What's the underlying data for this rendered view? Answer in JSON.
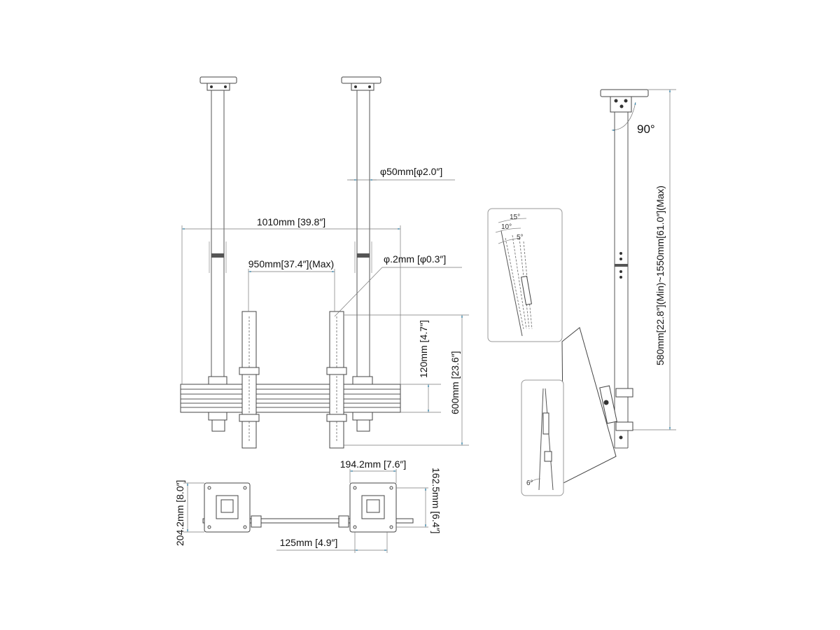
{
  "front_view": {
    "width_overall": "1010mm [39.8″]",
    "pole_diameter": "φ50mm[φ2.0″]",
    "arm_spacing": "950mm[37.4″](Max)",
    "hole_diameter": "φ.2mm [φ0.3″]",
    "rail_offset": "120mm [4.7″]",
    "arm_height": "600mm [23.6″]"
  },
  "bottom_view": {
    "plate_width": "194.2mm [7.6″]",
    "plate_height_left": "204.2mm [8.0″]",
    "plate_height_right": "162.5mm [6.4″]",
    "hole_spacing": "125mm [4.9″]"
  },
  "side_view": {
    "rotation": "90°",
    "height_range": "580mm[22.8″](Min)~1550mm[61.0″](Max)",
    "tilt_angles": [
      "15°",
      "10°",
      "5°"
    ],
    "tilt_down": "6°"
  }
}
